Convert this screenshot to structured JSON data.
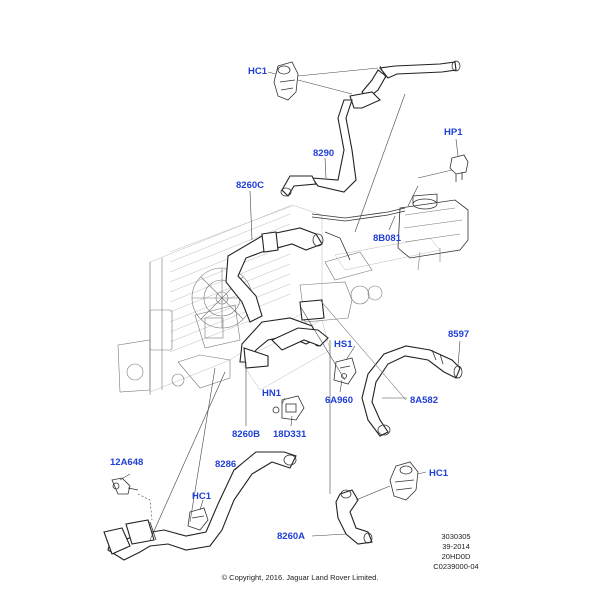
{
  "callouts": {
    "hc1_top": "HC1",
    "hp1": "HP1",
    "p8290": "8290",
    "p8260c": "8260C",
    "p8b081": "8B081",
    "p8597": "8597",
    "hs1": "HS1",
    "p6a960": "6A960",
    "p8a582": "8A582",
    "hn1": "HN1",
    "p8260b": "8260B",
    "p18d331": "18D331",
    "p12a648": "12A648",
    "p8286": "8286",
    "hc1_mid": "HC1",
    "hc1_right": "HC1",
    "p8260a": "8260A"
  },
  "reference": {
    "line1": "3030305",
    "line2": "39-2014",
    "line3": "20HD0D",
    "line4": "C0239000-04"
  },
  "copyright": "© Copyright, 2016. Jaguar Land Rover Limited.",
  "colors": {
    "callout": "#1f3fd6",
    "linework": "#333333",
    "background": "#ffffff"
  }
}
